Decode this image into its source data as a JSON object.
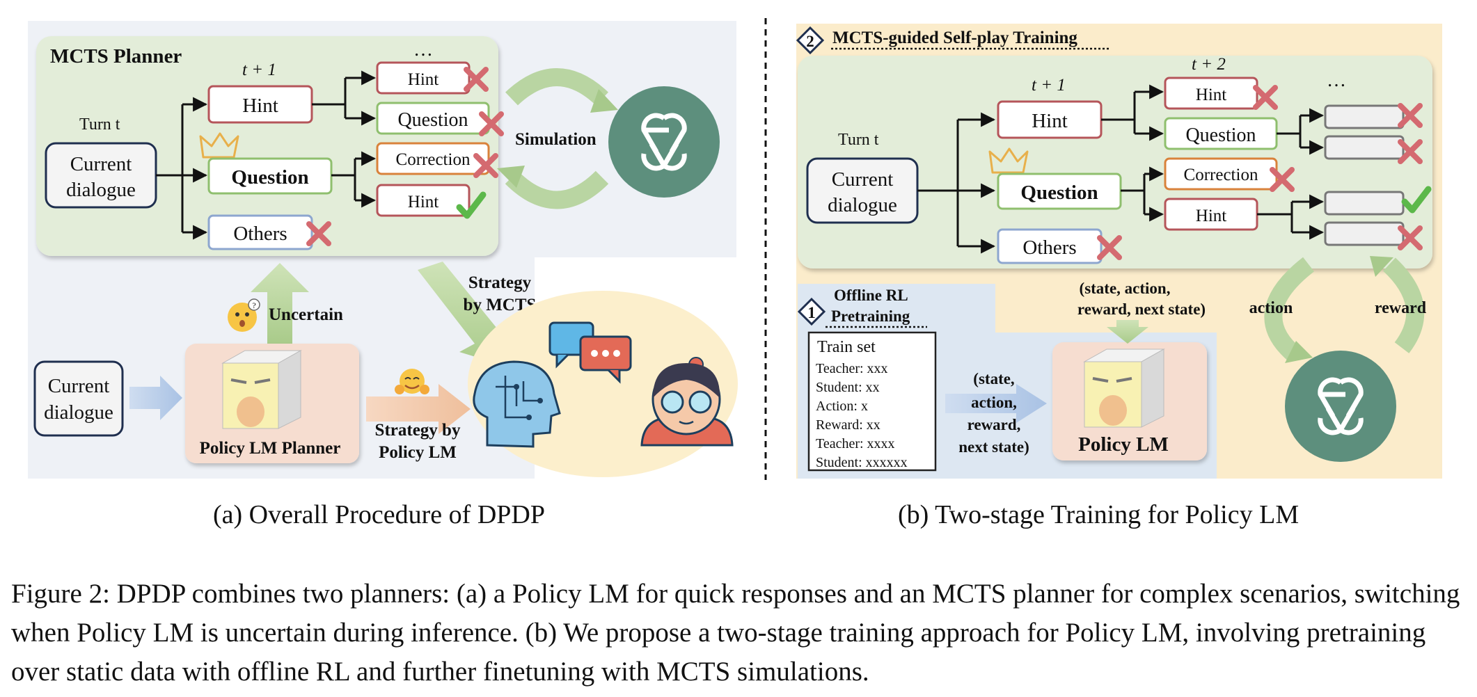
{
  "panel_a": {
    "mcts_title": "MCTS Planner",
    "ellipsis": "…",
    "t_plus_1": "t + 1",
    "turn_t": "Turn t",
    "current_dialogue_1": "Current",
    "current_dialogue_2": "dialogue",
    "node_hint": "Hint",
    "node_question": "Question",
    "node_others": "Others",
    "child_hint": "Hint",
    "child_question": "Question",
    "child_correction": "Correction",
    "child_hint2": "Hint",
    "simulation": "Simulation",
    "strategy_mcts_1": "Strategy",
    "strategy_mcts_2": "by MCTS",
    "uncertain": "Uncertain",
    "input_dialogue_1": "Current",
    "input_dialogue_2": "dialogue",
    "policy_planner": "Policy LM Planner",
    "strategy_policy_1": "Strategy by",
    "strategy_policy_2": "Policy LM",
    "caption": "(a)  Overall Procedure of DPDP"
  },
  "panel_b": {
    "stage2_num": "2",
    "stage2_title": "MCTS-guided Self-play Training",
    "t_plus_1": "t + 1",
    "t_plus_2": "t + 2",
    "ellipsis": "…",
    "turn_t": "Turn t",
    "current_dialogue_1": "Current",
    "current_dialogue_2": "dialogue",
    "node_hint": "Hint",
    "node_question": "Question",
    "node_others": "Others",
    "child_hint": "Hint",
    "child_question": "Question",
    "child_correction": "Correction",
    "child_hint2": "Hint",
    "tuple_top_1": "(state, action,",
    "tuple_top_2": "reward, next state)",
    "action": "action",
    "reward": "reward",
    "stage1_num": "1",
    "stage1_title_1": "Offline RL",
    "stage1_title_2": "Pretraining",
    "train_set": {
      "title": "Train set",
      "rows": [
        "Teacher: xxx",
        "Student: xx",
        "Action: x",
        "Reward: xx",
        "Teacher: xxxx",
        "Student: xxxxxx"
      ]
    },
    "tuple_left": [
      "(state,",
      "action,",
      "reward,",
      "next state)"
    ],
    "policy_lm": "Policy LM",
    "caption": "(b)  Two-stage Training for Policy LM"
  },
  "figure_caption": "Figure 2: DPDP combines two planners: (a) a Policy LM for quick responses and an MCTS planner for complex scenarios, switching when Policy LM is uncertain during inference. (b) We propose a two-stage training approach for Policy LM, involving pretraining over static data with offline RL and further finetuning with MCTS simulations.",
  "colors": {
    "tree_bg": "#e3edd9",
    "slate_bg": "#eef1f6",
    "cream_bg": "#fbeccb",
    "blue_bg": "#dde7f2",
    "hint_border": "#b5555a",
    "question_border": "#8fbf6e",
    "correction_border": "#d9823b",
    "others_border": "#8da6cf",
    "cross": "#d46a70",
    "check": "#5cb84a",
    "gpt_green": "#5d8f7d"
  },
  "icons": [
    "openai-logo-icon",
    "crown-icon",
    "cross-icon",
    "check-icon",
    "robot-head-icon",
    "student-avatar-icon",
    "chat-bubbles-icon",
    "cube-face-icon",
    "uncertain-emoji-icon",
    "hug-emoji-icon"
  ]
}
